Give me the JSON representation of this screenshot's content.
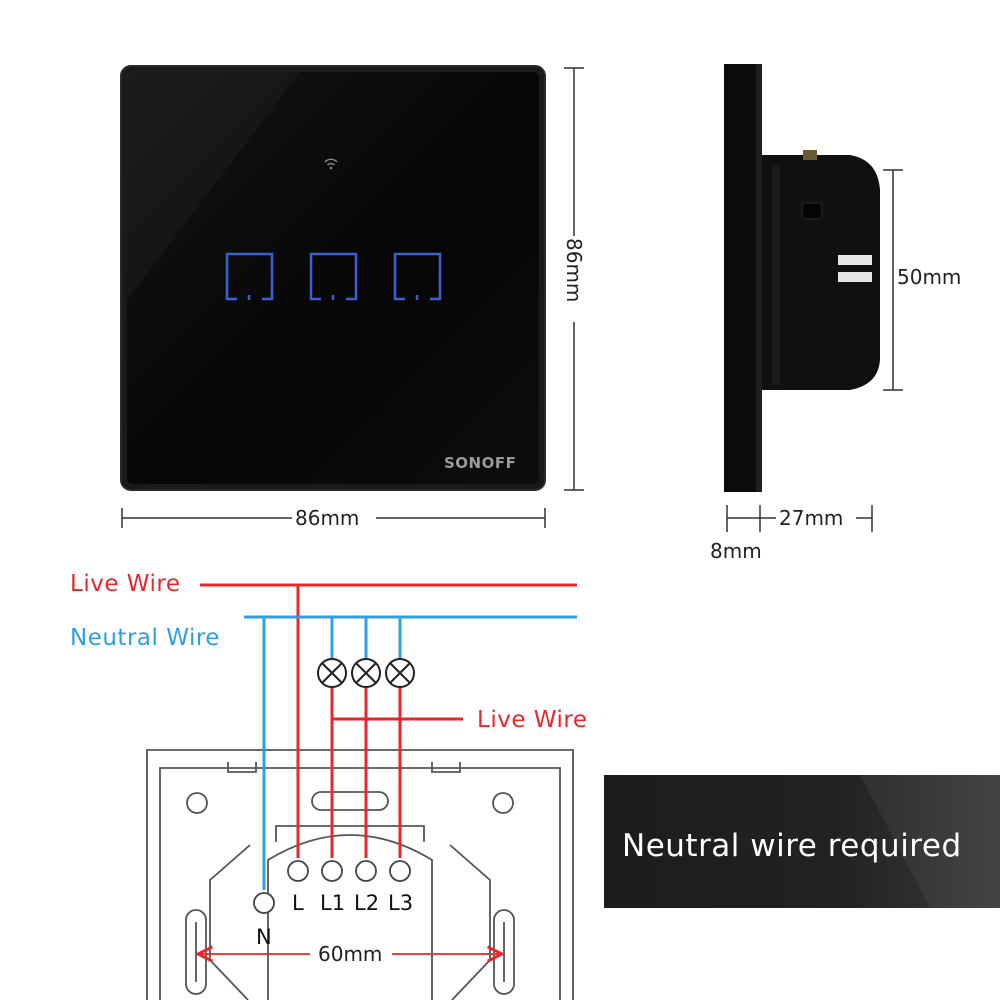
{
  "colors": {
    "live": "#e8262b",
    "neutral": "#2f9fe0",
    "panel": "#0b0b0c",
    "touch_key": "#3a5fd6",
    "banner": "#1a1a1a"
  },
  "product": {
    "brand": "SONOFF",
    "wifi_indicator": "wifi-icon",
    "touch_keys": 3
  },
  "dimensions": {
    "front_width": "86mm",
    "front_height": "86mm",
    "body_height": "50mm",
    "body_depth": "27mm",
    "panel_thickness": "8mm",
    "mount_spacing": "60mm"
  },
  "wiring": {
    "live_wire": "Live Wire",
    "neutral_wire": "Neutral Wire",
    "load_live_wire": "Live Wire",
    "terminals": [
      "N",
      "L",
      "L1",
      "L2",
      "L3"
    ]
  },
  "banner": {
    "text": "Neutral wire required"
  }
}
